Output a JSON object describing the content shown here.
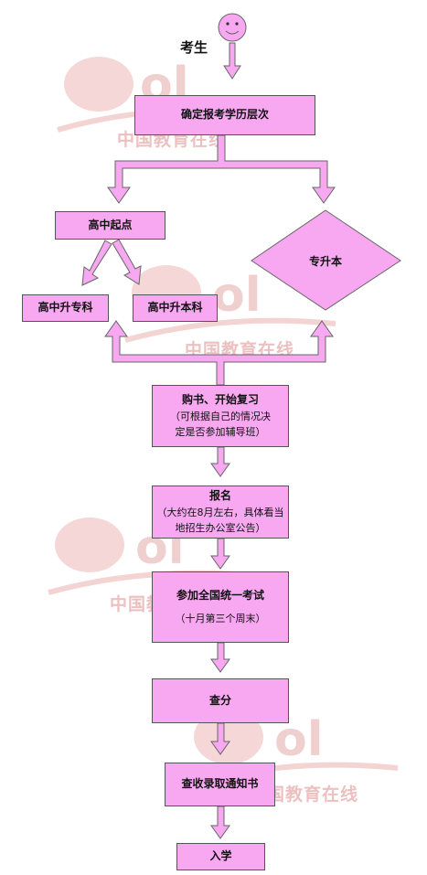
{
  "start": {
    "label": "考生"
  },
  "nodes": {
    "level": "确定报考学历层次",
    "highschool_start": "高中起点",
    "hs_to_junior": "高中升专科",
    "hs_to_bachelor": "高中升本科",
    "junior_to_bachelor": "专升本",
    "buy_books": {
      "line1": "购书、开始复习",
      "line2": "（可根据自己的情况决",
      "line3": "定是否参加辅导班）"
    },
    "register": {
      "line1": "报名",
      "line2": "（大约在8月左右，具体看当",
      "line3": "地招生办公室公告）"
    },
    "exam": {
      "line1": "参加全国统一考试",
      "line2": "（十月第三个周末）"
    },
    "score": "查分",
    "admission": "查收录取通知书",
    "enroll": "入学"
  },
  "watermark": {
    "text": "中国教育在线",
    "logo": "eol"
  },
  "colors": {
    "box_fill": "#f7a8f0",
    "arrow_fill": "#f7a8f0",
    "arrow_stroke": "#666666",
    "watermark": "#e9b6b6"
  },
  "icons": {
    "start": "smiley-face-icon"
  }
}
